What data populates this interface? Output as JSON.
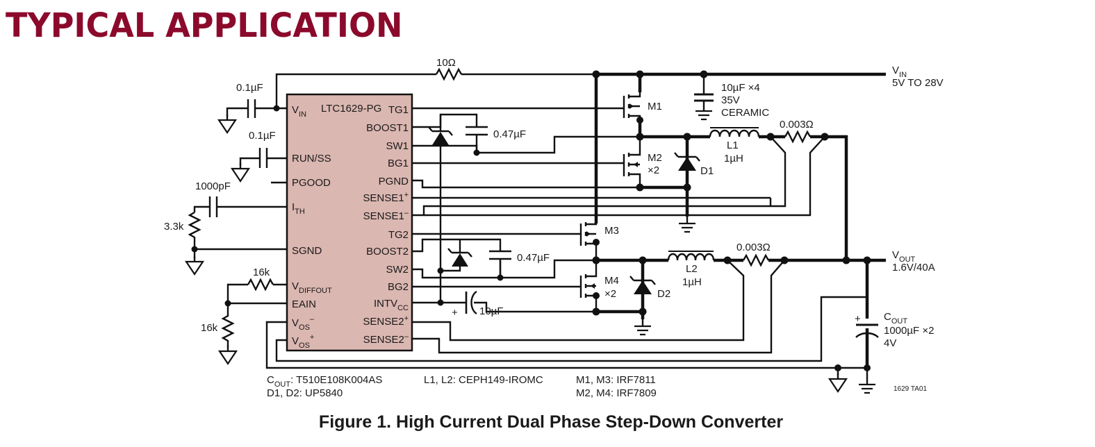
{
  "header": {
    "title": "TYPICAL APPLICATION"
  },
  "ic": {
    "name": "LTC1629-PG",
    "left_pins": [
      {
        "id": "vin",
        "main": "V",
        "sub": "IN",
        "sup": ""
      },
      {
        "id": "runss",
        "main": "RUN/SS",
        "sub": "",
        "sup": ""
      },
      {
        "id": "pgood",
        "main": "PGOOD",
        "sub": "",
        "sup": ""
      },
      {
        "id": "ith",
        "main": "I",
        "sub": "TH",
        "sup": ""
      },
      {
        "id": "sgnd",
        "main": "SGND",
        "sub": "",
        "sup": ""
      },
      {
        "id": "vdiffout",
        "main": "V",
        "sub": "DIFFOUT",
        "sup": ""
      },
      {
        "id": "eain",
        "main": "EAIN",
        "sub": "",
        "sup": ""
      },
      {
        "id": "vosm",
        "main": "V",
        "sub": "OS",
        "sup": "–"
      },
      {
        "id": "vosp",
        "main": "V",
        "sub": "OS",
        "sup": "+"
      }
    ],
    "right_pins": [
      {
        "id": "tg1",
        "main": "TG1",
        "sub": "",
        "sup": ""
      },
      {
        "id": "boost1",
        "main": "BOOST1",
        "sub": "",
        "sup": ""
      },
      {
        "id": "sw1",
        "main": "SW1",
        "sub": "",
        "sup": ""
      },
      {
        "id": "bg1",
        "main": "BG1",
        "sub": "",
        "sup": ""
      },
      {
        "id": "pgnd",
        "main": "PGND",
        "sub": "",
        "sup": ""
      },
      {
        "id": "sense1p",
        "main": "SENSE1",
        "sub": "",
        "sup": "+"
      },
      {
        "id": "sense1m",
        "main": "SENSE1",
        "sub": "",
        "sup": "–"
      },
      {
        "id": "tg2",
        "main": "TG2",
        "sub": "",
        "sup": ""
      },
      {
        "id": "boost2",
        "main": "BOOST2",
        "sub": "",
        "sup": ""
      },
      {
        "id": "sw2",
        "main": "SW2",
        "sub": "",
        "sup": ""
      },
      {
        "id": "bg2",
        "main": "BG2",
        "sub": "",
        "sup": ""
      },
      {
        "id": "intvcc",
        "main": "INTV",
        "sub": "CC",
        "sup": ""
      },
      {
        "id": "sense2p",
        "main": "SENSE2",
        "sub": "",
        "sup": "+"
      },
      {
        "id": "sense2m",
        "main": "SENSE2",
        "sub": "",
        "sup": "–"
      }
    ]
  },
  "components": {
    "r_vin": "10Ω",
    "c_vin": "0.1µF",
    "c_run": "0.1µF",
    "c_ith": "1000pF",
    "r_ith": "3.3k",
    "r_vdiff": "16k",
    "r_eain": "16k",
    "c_boost1": "0.47µF",
    "c_boost2": "0.47µF",
    "c_intvcc": "10µF",
    "c_in_1": "10µF ×4",
    "c_in_2": "35V",
    "c_in_3": "CERAMIC",
    "m1": "M1",
    "m2": "M2",
    "m2_mult": "×2",
    "m3": "M3",
    "m4": "M4",
    "m4_mult": "×2",
    "d1": "D1",
    "d2": "D2",
    "l1_name": "L1",
    "l1_val": "1µH",
    "l2_name": "L2",
    "l2_val": "1µH",
    "rs1": "0.003Ω",
    "rs2": "0.003Ω",
    "cout_main": "C",
    "cout_sub": "OUT",
    "cout_1": "1000µF ×2",
    "cout_2": "4V"
  },
  "rails": {
    "vin_main": "V",
    "vin_sub": "IN",
    "vin_range": "5V TO 28V",
    "vout_main": "V",
    "vout_sub": "OUT",
    "vout_spec": "1.6V/40A"
  },
  "notes": {
    "cout_main": "C",
    "cout_sub": "OUT",
    "cout_part": ": T510E108K004AS",
    "d_parts": "D1, D2: UP5840",
    "l_parts": "L1, L2: CEPH149-IROMC",
    "m13_parts": "M1, M3: IRF7811",
    "m24_parts": "M2, M4: IRF7809",
    "fig_id": "1629 TA01"
  },
  "caption": "Figure 1. High Current Dual Phase Step-Down Converter"
}
